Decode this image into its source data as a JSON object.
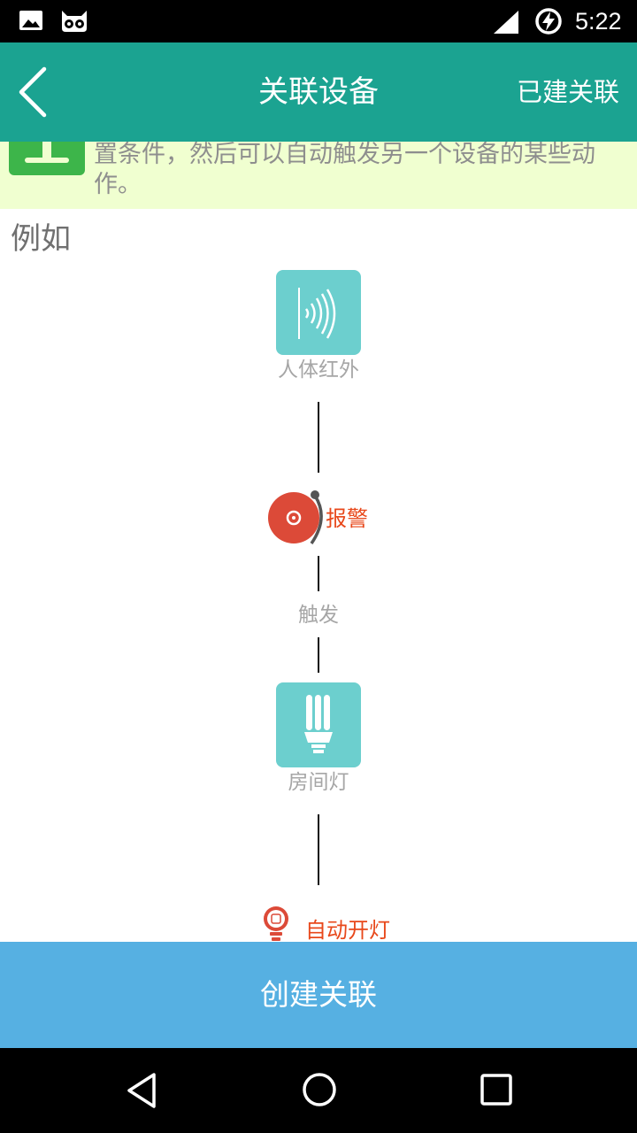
{
  "status_bar": {
    "time": "5:22"
  },
  "app_bar": {
    "title": "关联设备",
    "right_action": "已建关联"
  },
  "banner": {
    "text": "置条件，然后可以自动触发另一个设备的某些动作。"
  },
  "example": {
    "label": "例如",
    "sensor": {
      "name": "人体红外",
      "icon": "infrared-sensor-icon"
    },
    "condition": {
      "label": "报警",
      "icon": "alarm-bell-icon"
    },
    "trigger": {
      "label": "触发"
    },
    "target": {
      "name": "房间灯",
      "icon": "cfl-bulb-icon"
    },
    "action": {
      "label": "自动开灯",
      "icon": "bulb-icon"
    }
  },
  "create_button": {
    "label": "创建关联"
  },
  "colors": {
    "app_bar": "#1ba391",
    "banner_bg": "#f0ffd0",
    "device_tile": "#6ccfce",
    "highlight_text": "#e8481b",
    "create_button": "#56b0e2"
  }
}
